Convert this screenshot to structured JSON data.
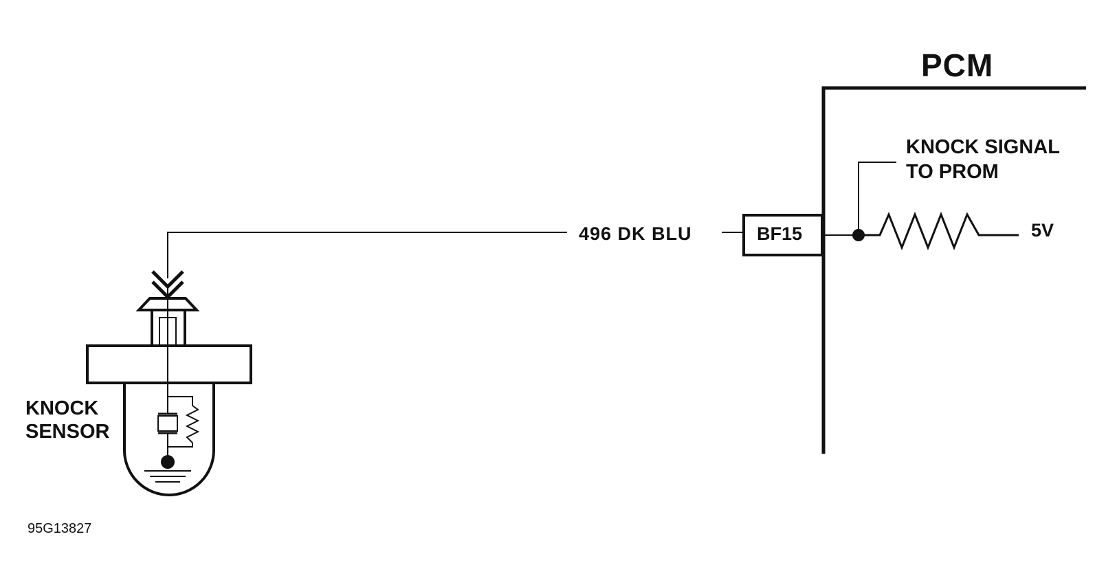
{
  "diagram": {
    "module_label": "PCM",
    "signal_label_line1": "KNOCK SIGNAL",
    "signal_label_line2": "TO PROM",
    "voltage_label": "5V",
    "wire_label": "496 DK BLU",
    "connector_pin": "BF15",
    "sensor_label_line1": "KNOCK",
    "sensor_label_line2": "SENSOR",
    "figure_code": "95G13827"
  },
  "colors": {
    "line": "#111111",
    "background": "#ffffff"
  }
}
